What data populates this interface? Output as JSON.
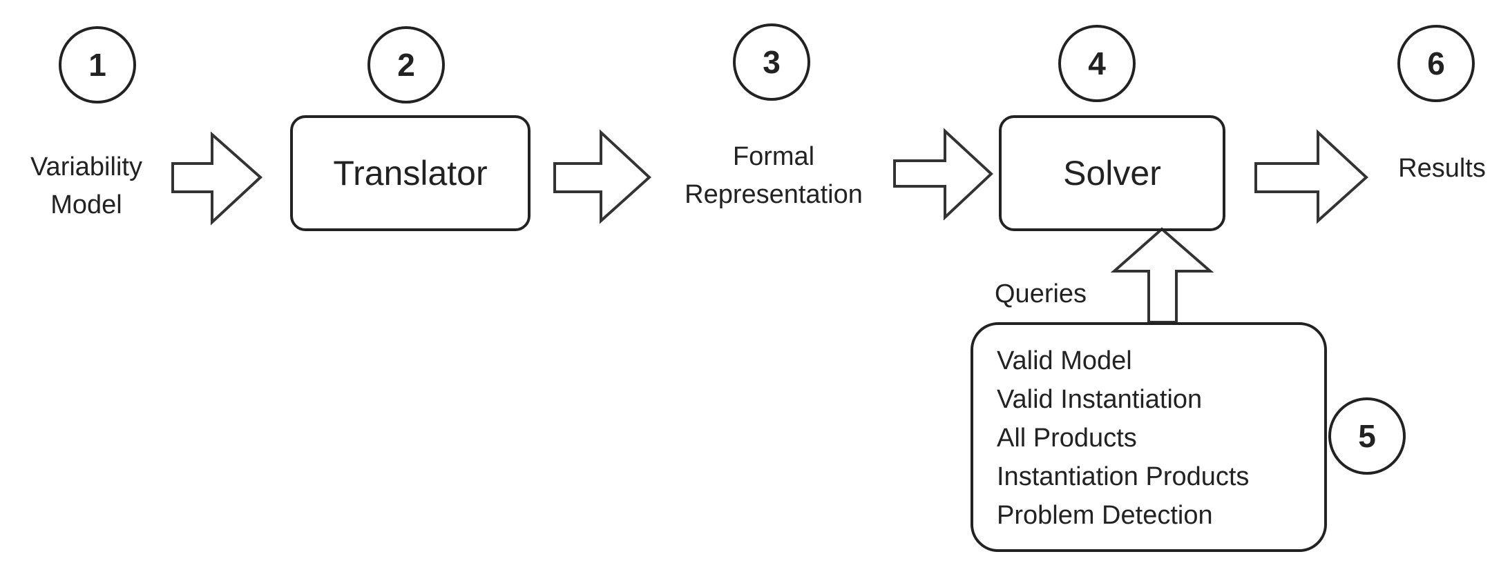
{
  "steps": {
    "s1": "1",
    "s2": "2",
    "s3": "3",
    "s4": "4",
    "s5": "5",
    "s6": "6"
  },
  "nodes": {
    "input_line1": "Variability",
    "input_line2": "Model",
    "translator": "Translator",
    "formal_line1": "Formal",
    "formal_line2": "Representation",
    "solver": "Solver",
    "results": "Results"
  },
  "queries": {
    "label": "Queries",
    "items": [
      "Valid Model",
      "Valid Instantiation",
      "All Products",
      "Instantiation Products",
      "Problem Detection"
    ]
  }
}
